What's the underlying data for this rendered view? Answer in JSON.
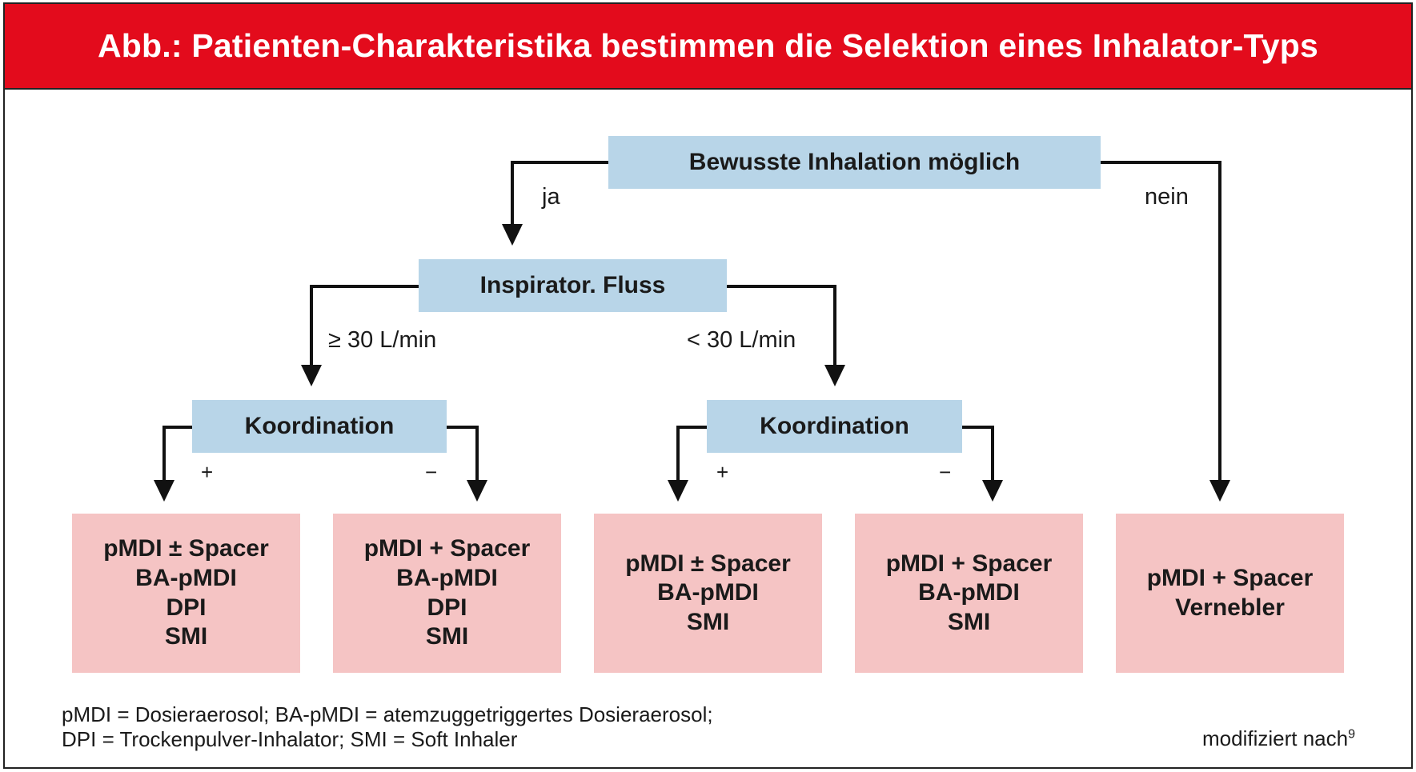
{
  "title": "Abb.: Patienten-Charakteristika bestimmen die Selektion eines Inhalator-Typs",
  "colors": {
    "title_bar": "#e30b1c",
    "decision_box": "#b8d5e8",
    "outcome_box": "#f5c4c4",
    "lines": "#111111"
  },
  "decisions": {
    "root": "Bewusste Inhalation möglich",
    "flow": "Inspirator. Fluss",
    "coord_high": "Koordination",
    "coord_low": "Koordination"
  },
  "edge_labels": {
    "yes": "ja",
    "no": "nein",
    "flow_high": "≥ 30 L/min",
    "flow_low": "< 30 L/min",
    "plus_1": "+",
    "minus_1": "−",
    "plus_2": "+",
    "minus_2": "−"
  },
  "outcomes": [
    {
      "lines": [
        "pMDI ± Spacer",
        "BA-pMDI",
        "DPI",
        "SMI"
      ]
    },
    {
      "lines": [
        "pMDI + Spacer",
        "BA-pMDI",
        "DPI",
        "SMI"
      ]
    },
    {
      "lines": [
        "pMDI ± Spacer",
        "BA-pMDI",
        "SMI"
      ]
    },
    {
      "lines": [
        "pMDI + Spacer",
        "BA-pMDI",
        "SMI"
      ]
    },
    {
      "lines": [
        "pMDI + Spacer",
        "Vernebler"
      ]
    }
  ],
  "footnote": {
    "line1": "pMDI = Dosieraerosol; BA-pMDI = atemzuggetriggertes Dosieraerosol;",
    "line2": "DPI = Trockenpulver-Inhalator; SMI = Soft Inhaler"
  },
  "credit": {
    "text": "modifiziert nach",
    "ref": "9"
  }
}
